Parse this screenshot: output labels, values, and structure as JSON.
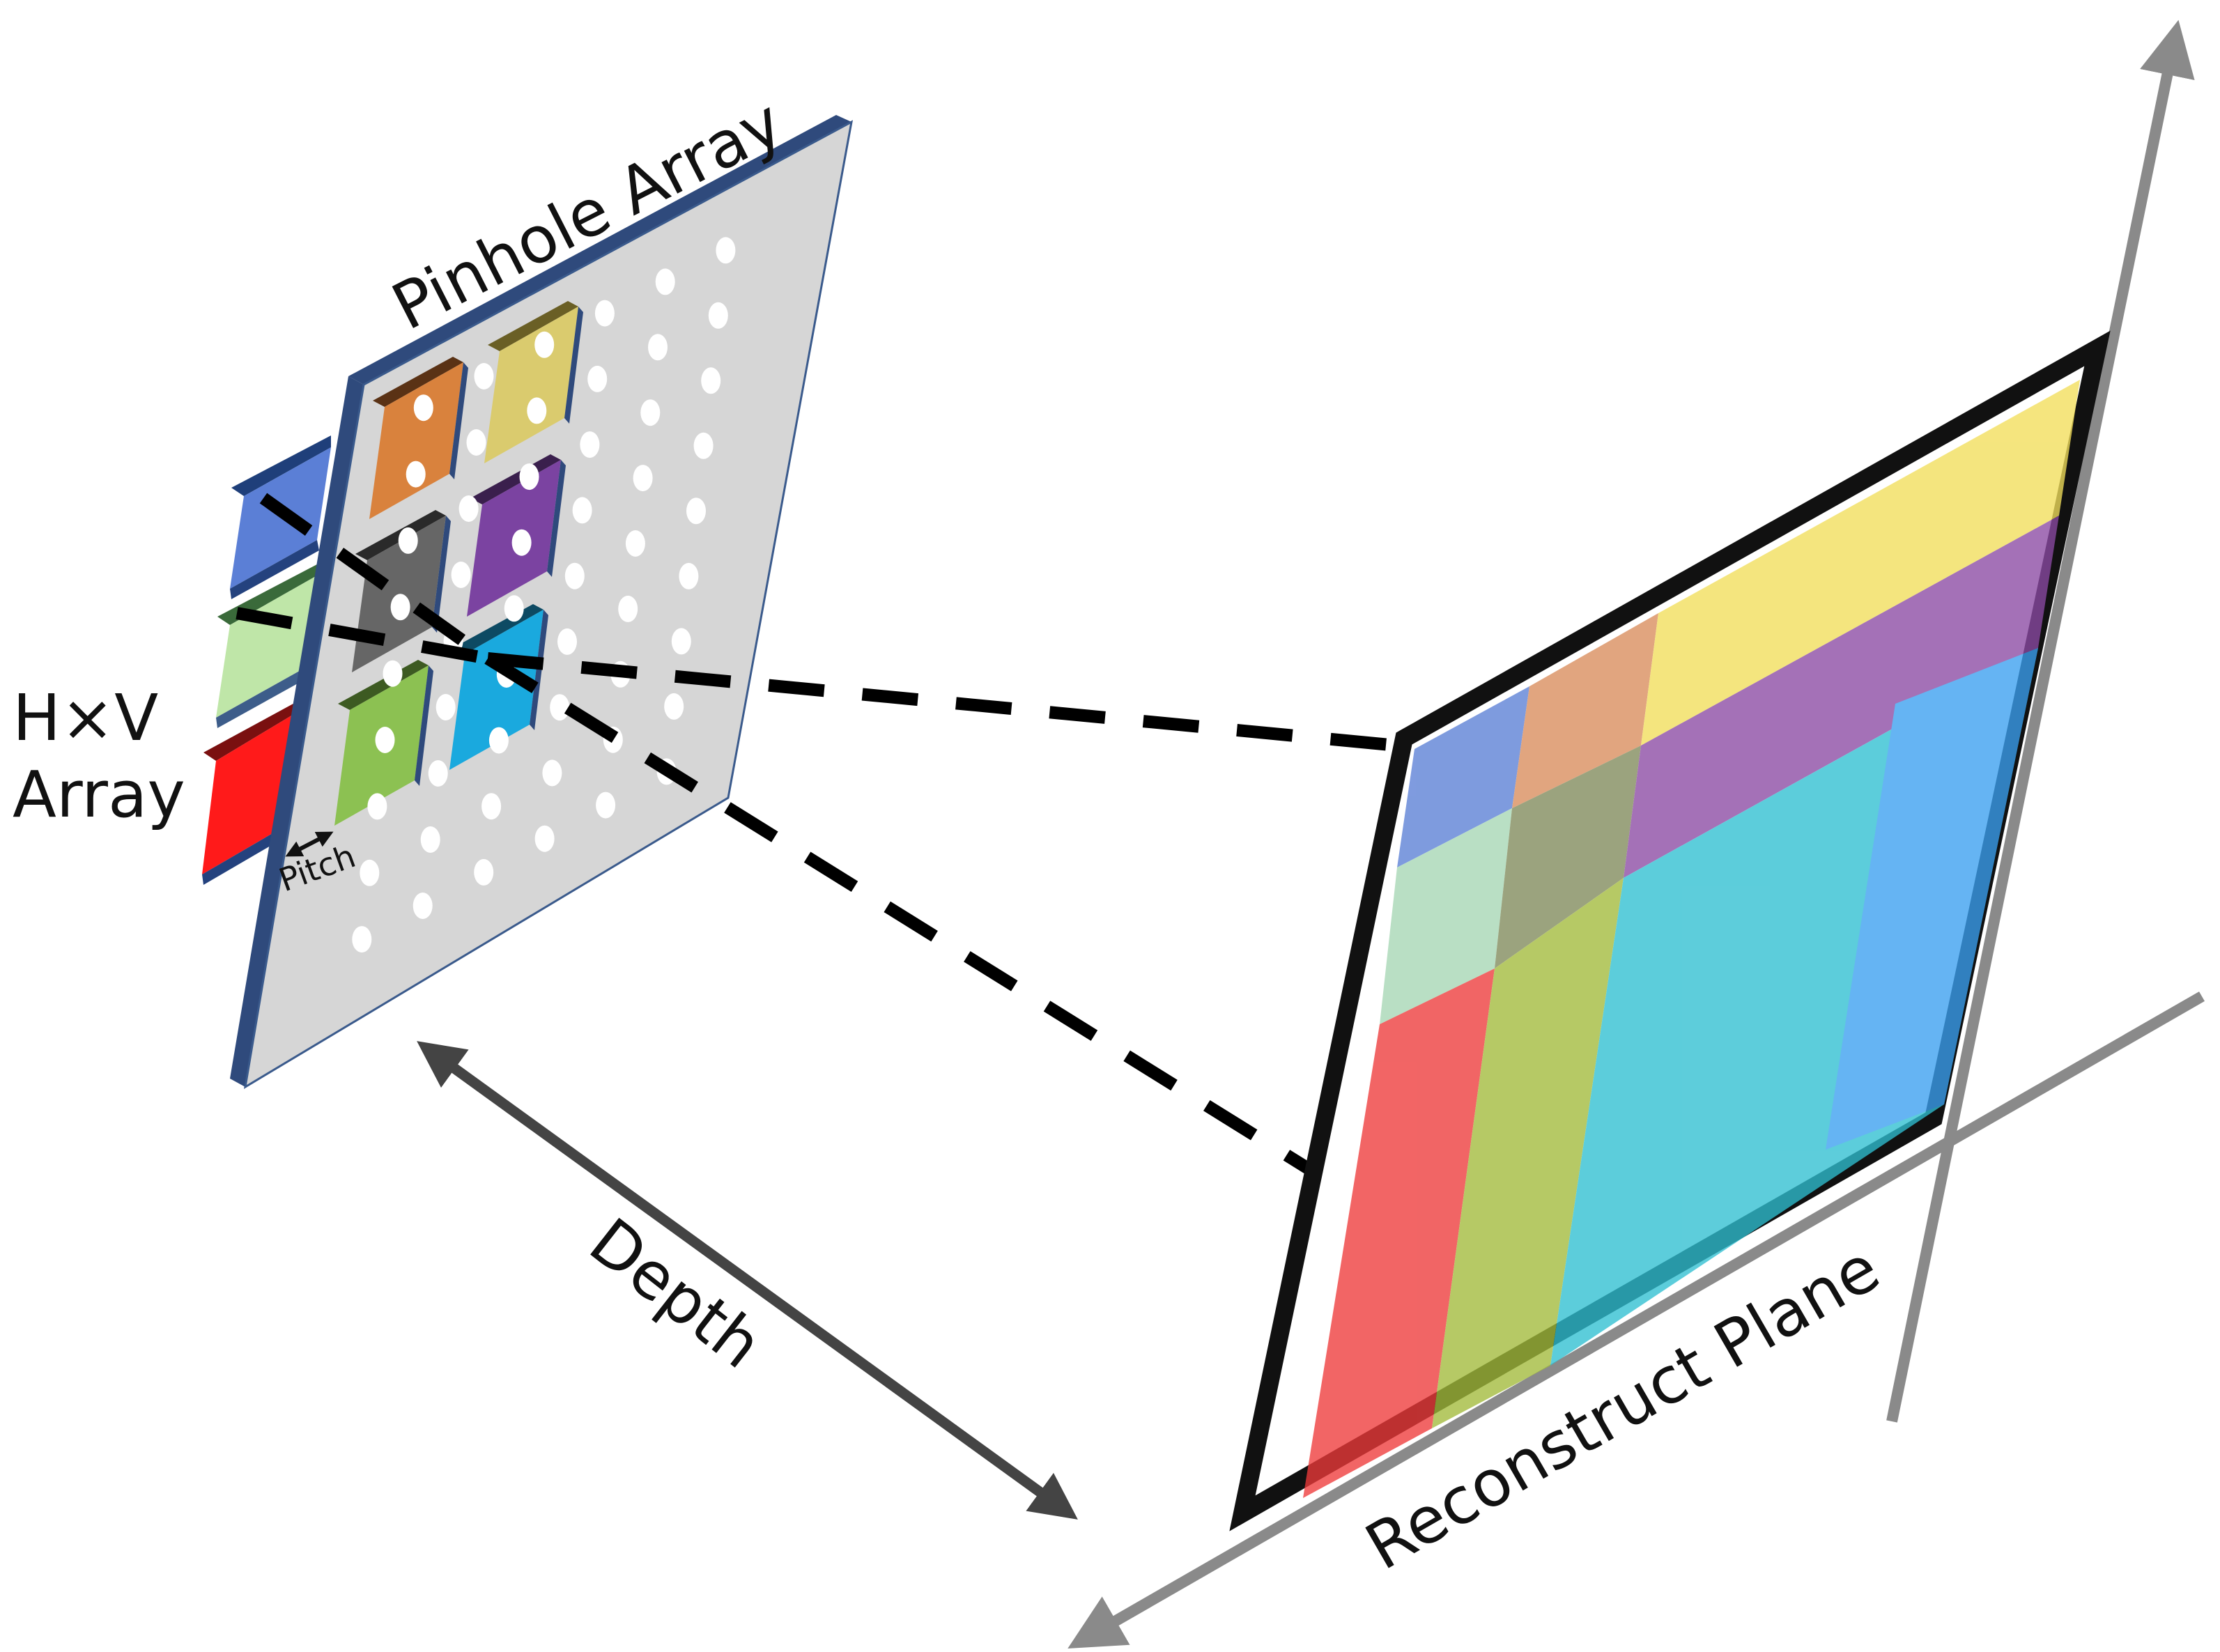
{
  "labels": {
    "pinhole_array": "Pinhole Array",
    "hv_array_line1": "H×V",
    "hv_array_line2": "Array",
    "pitch": "Pitch",
    "depth": "Depth",
    "reconstruct_plane": "Reconstruct Plane"
  },
  "elemental_images": [
    {
      "name": "elemental-image-blue",
      "color": "#5b7fd6"
    },
    {
      "name": "elemental-image-lightgreen",
      "color": "#bfe6a8"
    },
    {
      "name": "elemental-image-red",
      "color": "#ff1a1a"
    },
    {
      "name": "elemental-image-orange",
      "color": "#d9823d"
    },
    {
      "name": "elemental-image-gray",
      "color": "#666666"
    },
    {
      "name": "elemental-image-green",
      "color": "#8cc152"
    },
    {
      "name": "elemental-image-yellow",
      "color": "#dacb6e"
    },
    {
      "name": "elemental-image-purple",
      "color": "#7b43a1"
    },
    {
      "name": "elemental-image-cyan",
      "color": "#1aa9de"
    }
  ],
  "colors": {
    "pinhole_plate": "#d6d6d6",
    "plate_edge": "#2f4a7c",
    "axis": "#8a8a8a",
    "depth_arrow": "#444444",
    "projection_lines": "#000000",
    "plane_frame": "#111111"
  }
}
